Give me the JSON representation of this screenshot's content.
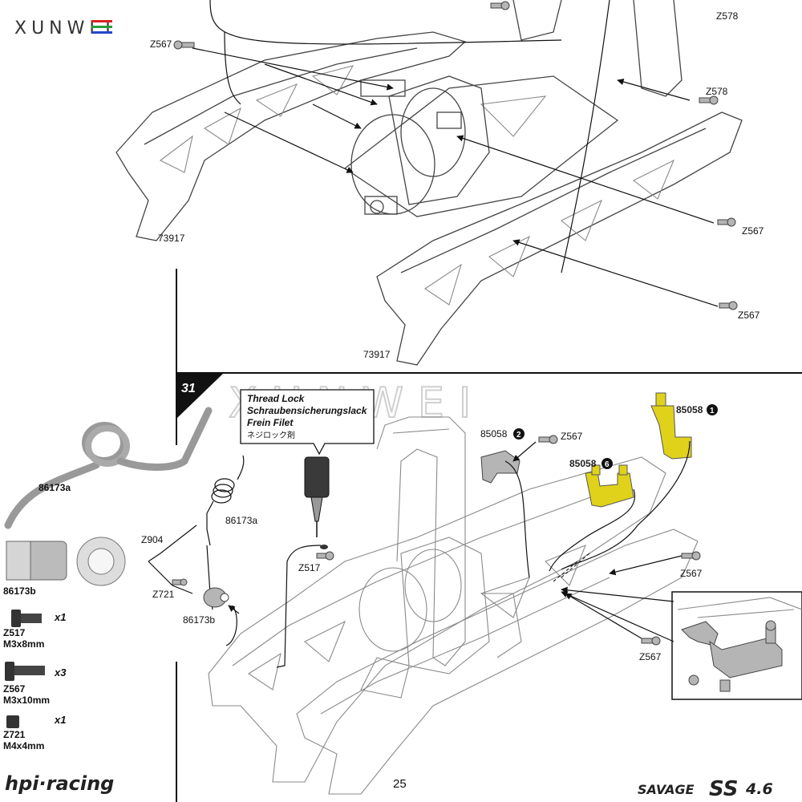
{
  "watermark": {
    "brand": "XUNWEI"
  },
  "top_section": {
    "labels": {
      "z578_a": "Z578",
      "z578_b": "Z578",
      "z567_a": "Z567",
      "z567_b": "Z567",
      "z567_c": "Z567",
      "frame_a": "73917",
      "frame_b": "73917"
    }
  },
  "step": {
    "number": "31",
    "callout": {
      "en": "Thread Lock",
      "de": "Schraubensicherungslack",
      "fr": "Frein Filet",
      "ja": "ネジロック剤"
    },
    "labels": {
      "part_85058": "85058",
      "idx_1": "1",
      "idx_2": "2",
      "idx_6": "6",
      "z567_1": "Z567",
      "z567_2": "Z567",
      "z567_3": "Z567",
      "z517": "Z517",
      "z904": "Z904",
      "z721": "Z721",
      "spring": "86173a",
      "collar": "86173b"
    }
  },
  "parts_list": {
    "spring": {
      "code": "86173a"
    },
    "collar": {
      "code": "86173b"
    },
    "screws": [
      {
        "code": "Z517",
        "size": "M3x8mm",
        "qty": "x1"
      },
      {
        "code": "Z567",
        "size": "M3x10mm",
        "qty": "x3"
      },
      {
        "code": "Z721",
        "size": "M4x4mm",
        "qty": "x1"
      }
    ]
  },
  "footer": {
    "page_number": "25",
    "brand_left": "hpi·racing",
    "brand_right_a": "SAVAGE",
    "brand_right_b": "SS",
    "brand_right_c": "4.6"
  },
  "colors": {
    "highlight": "#e0d21a",
    "step_tab": "#111111"
  }
}
